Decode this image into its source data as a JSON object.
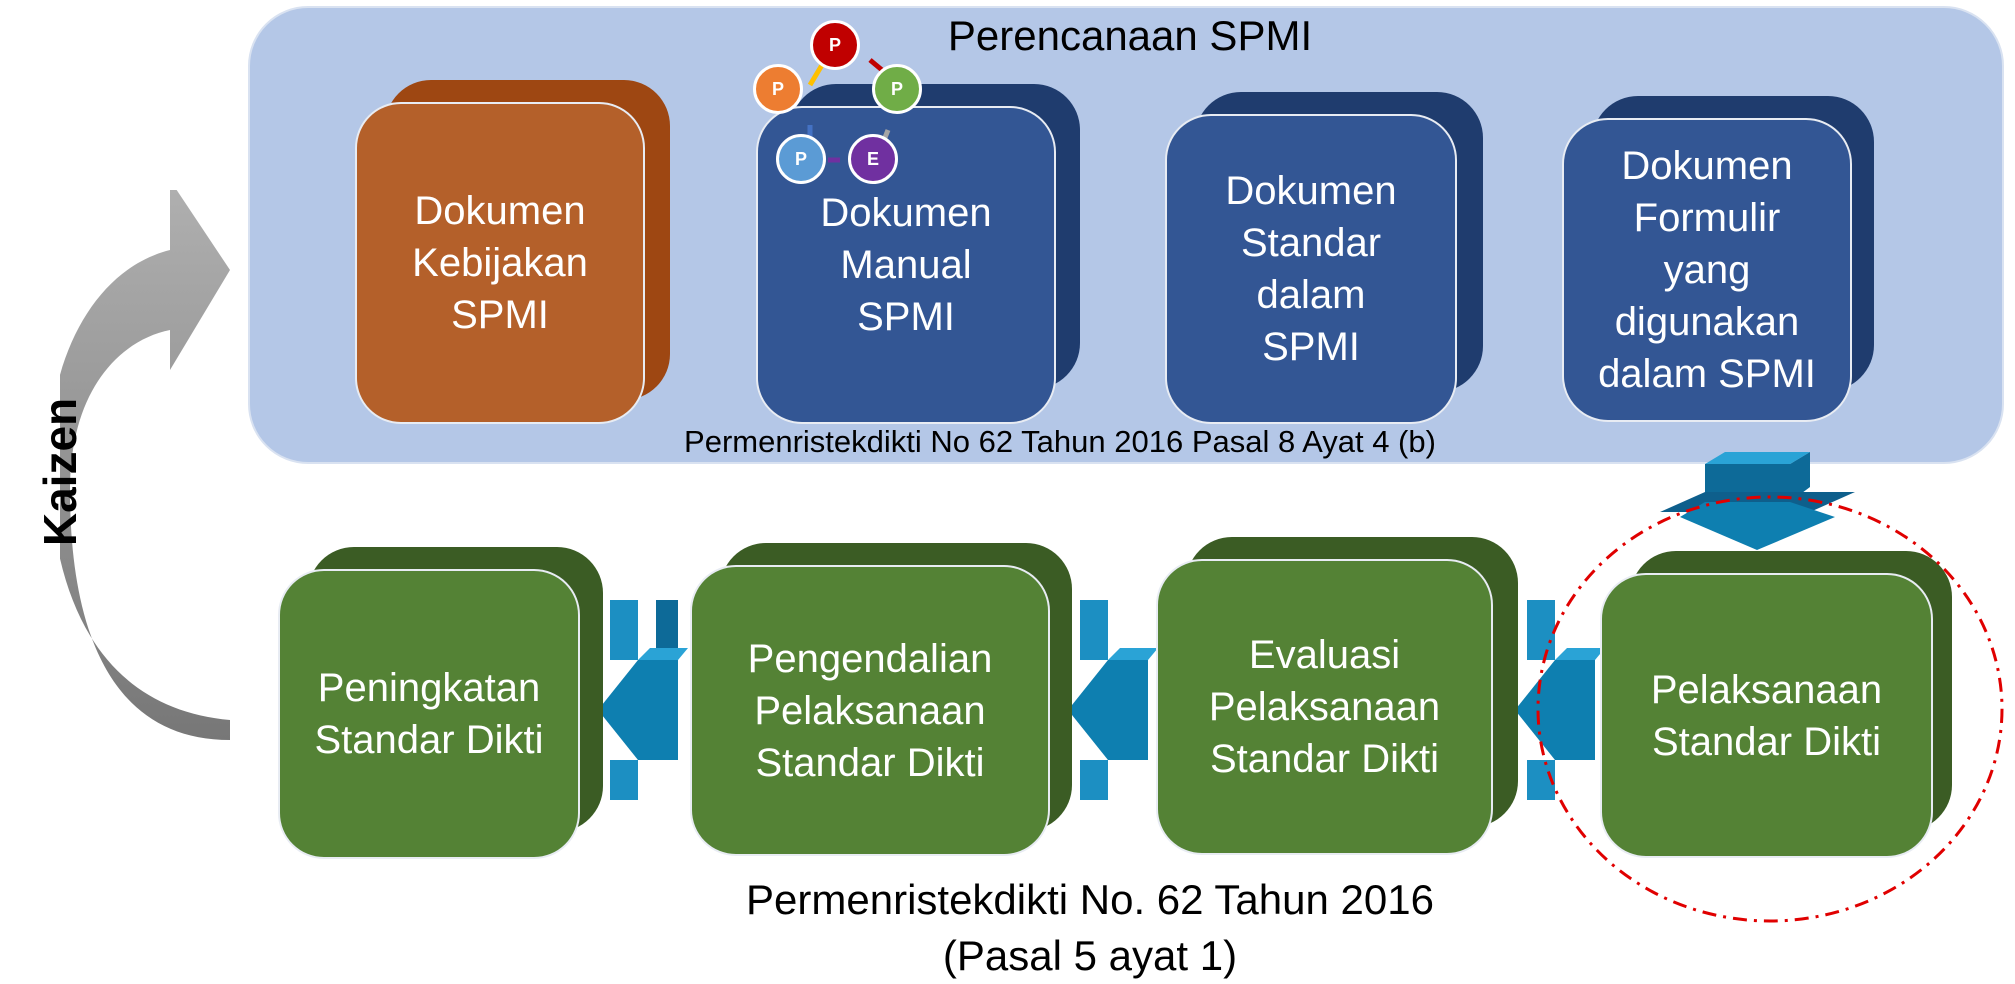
{
  "planning": {
    "title": "Perencanaan SPMI",
    "note": "Permenristekdikti No 62 Tahun 2016 Pasal 8 Ayat 4 (b)",
    "documents": [
      "Dokumen\nKebijakan\nSPMI",
      "Dokumen\nManual\nSPMI",
      "Dokumen\nStandar\ndalam\nSPMI",
      "Dokumen\nFormulir\nyang\ndigunakan\ndalam SPMI"
    ]
  },
  "pdca_cycle": [
    {
      "label": "P",
      "color": "#c00000"
    },
    {
      "label": "P",
      "color": "#ed7d31"
    },
    {
      "label": "P",
      "color": "#70ad47"
    },
    {
      "label": "P",
      "color": "#5b9bd5"
    },
    {
      "label": "E",
      "color": "#7030a0"
    }
  ],
  "kaizen_label": "Kaizen",
  "process_steps": [
    "Peningkatan\nStandar Dikti",
    "Pengendalian\nPelaksanaan\nStandar Dikti",
    "Evaluasi\nPelaksanaan\nStandar Dikti",
    "Pelaksanaan\nStandar Dikti"
  ],
  "footer_note": {
    "line1": "Permenristekdikti No. 62 Tahun 2016",
    "line2": "(Pasal 5 ayat 1)"
  },
  "colors": {
    "panel": "#b4c7e7",
    "orange": "#b4602a",
    "blue": "#335694",
    "green": "#548235",
    "arrow": "#0e7fb0",
    "highlight_circle": "#e00000"
  }
}
